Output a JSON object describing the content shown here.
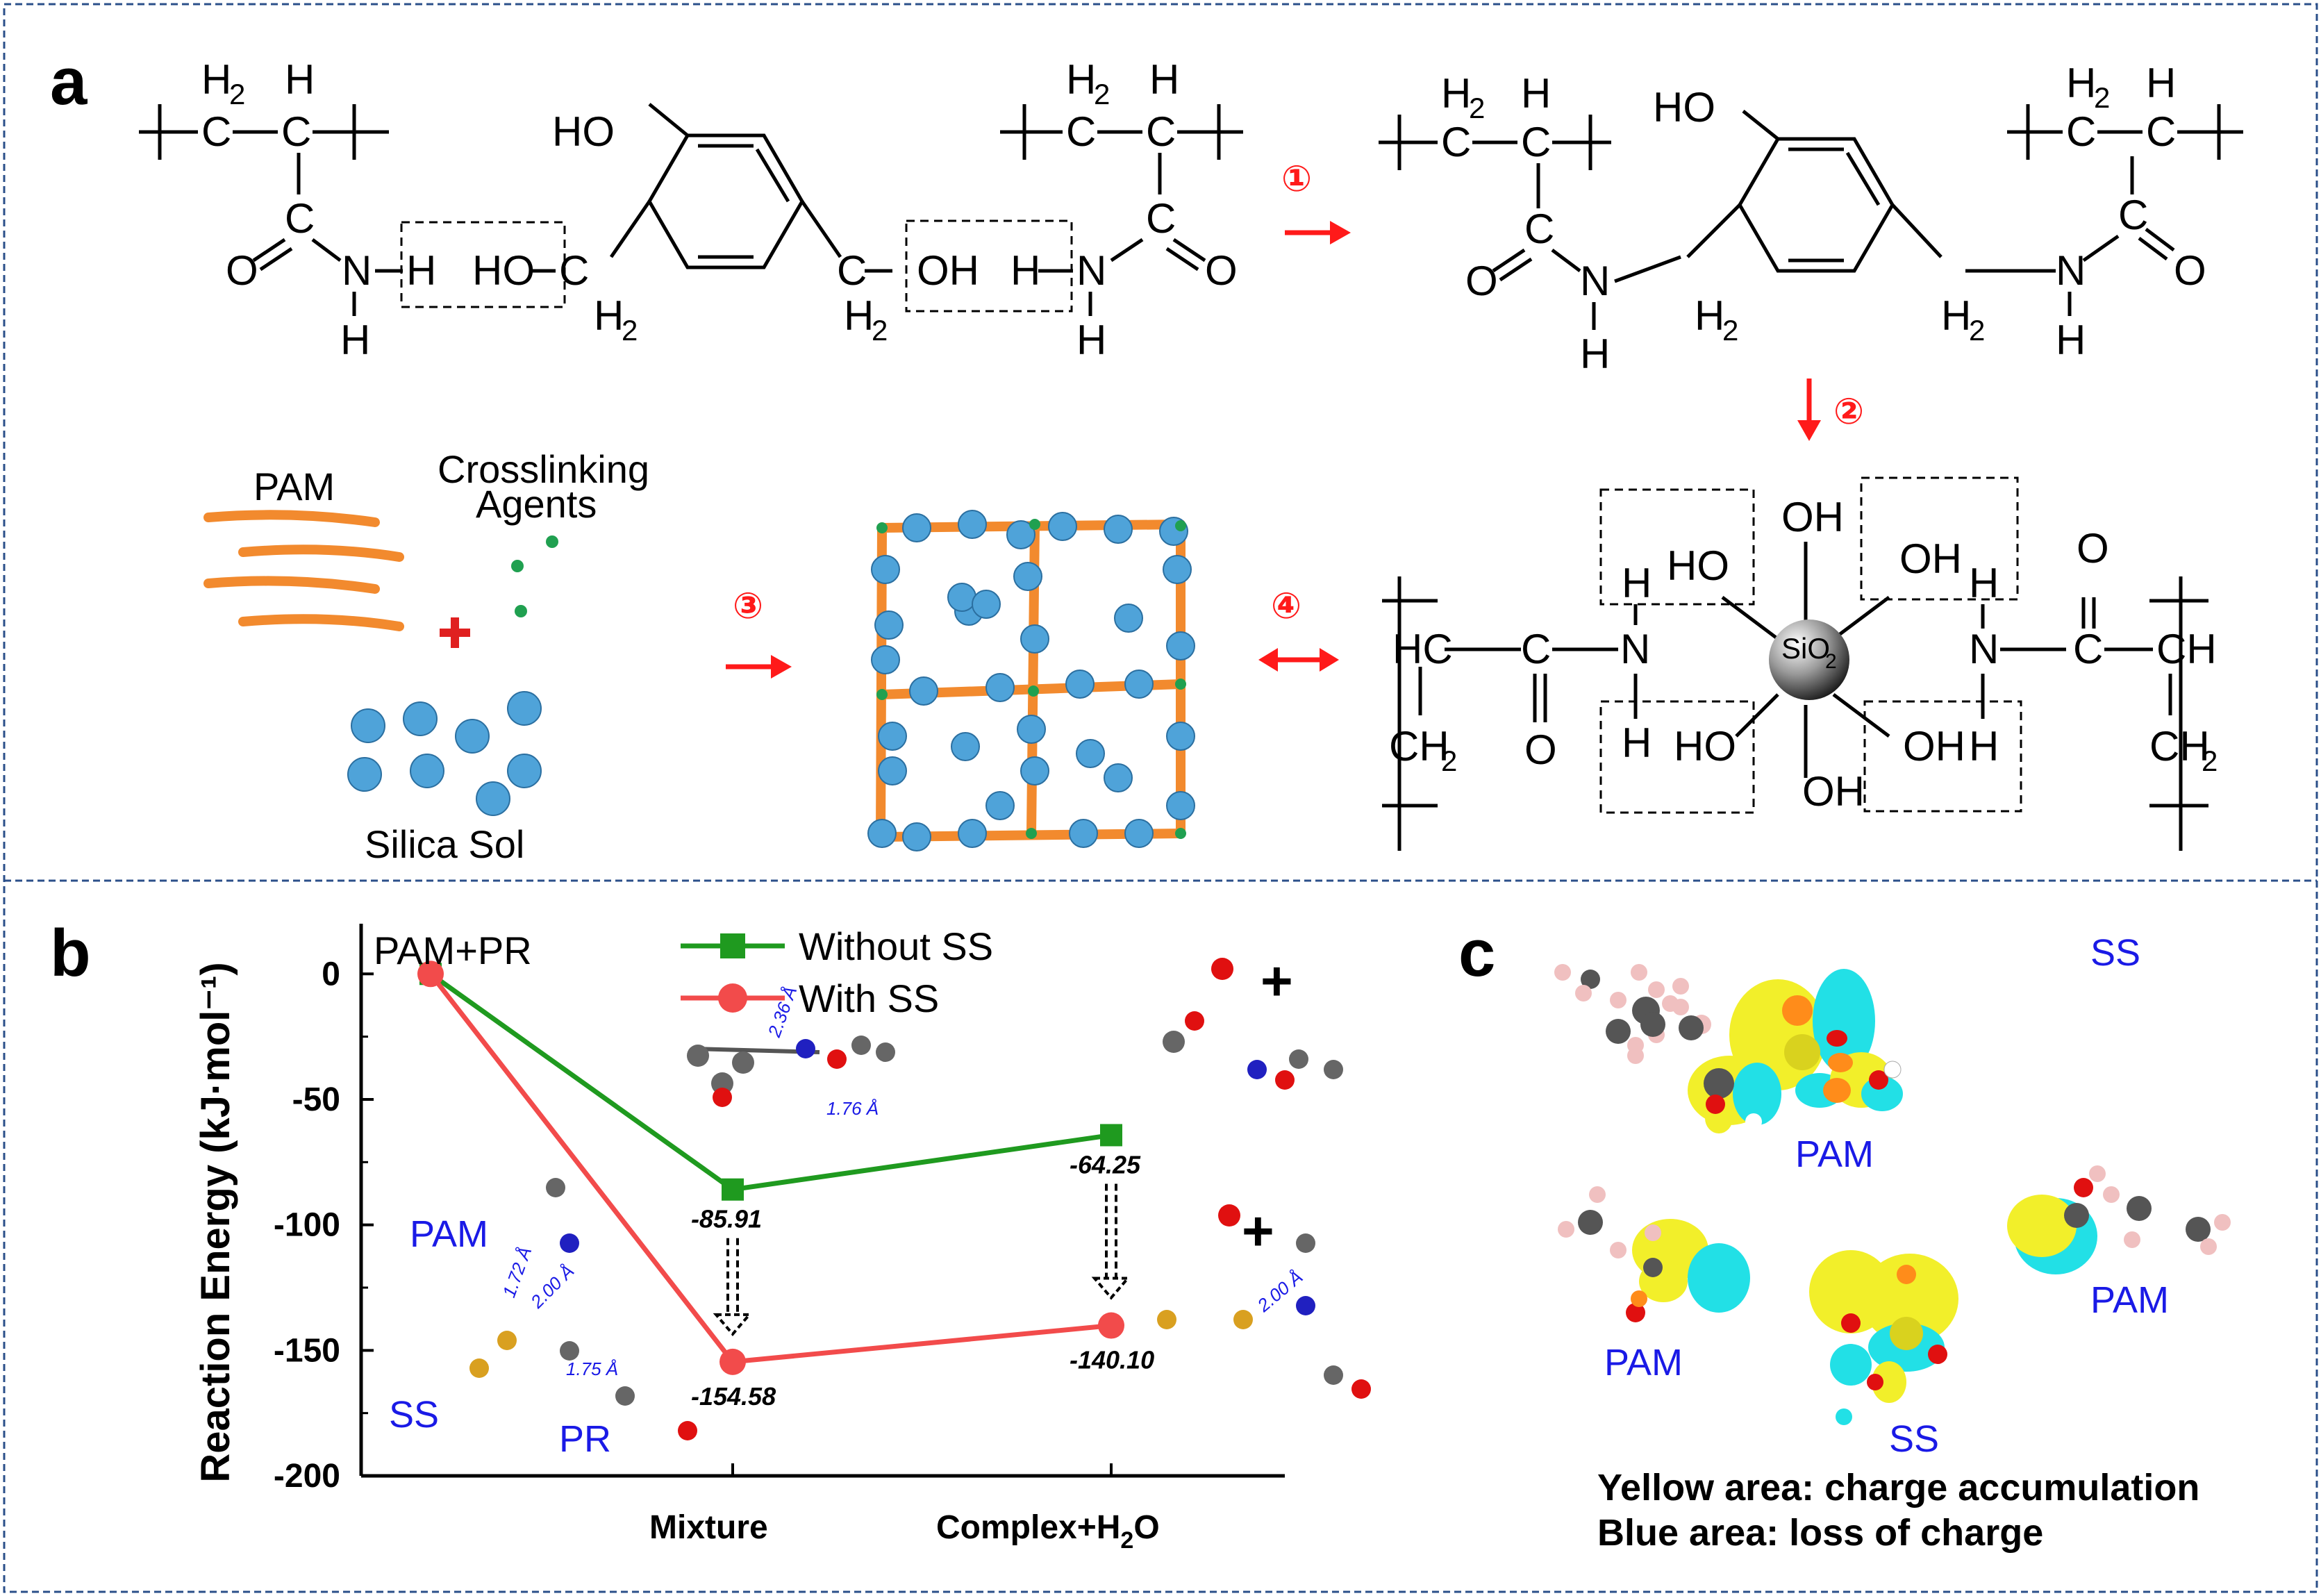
{
  "panels": {
    "a": "a",
    "b": "b",
    "c": "c"
  },
  "panel_a": {
    "steps": [
      "①",
      "②",
      "③",
      "④"
    ],
    "schematic": {
      "pam": "PAM",
      "crosslinker": [
        "Crosslinking",
        "Agents"
      ],
      "sol": "Silica Sol"
    },
    "atoms": {
      "H2": "H",
      "sub2": "2",
      "H": "H",
      "C": "C",
      "N": "N",
      "O": "O",
      "HO": "HO",
      "OH": "OH",
      "HC": "HC",
      "CH": "CH",
      "CH2": "CH",
      "SiO2": "SiO"
    }
  },
  "chart_data": {
    "type": "line",
    "categories": [
      "PAM+PR",
      "Mixture",
      "Complex+H₂O"
    ],
    "ylabel": "Reaction Energy (kJ·mol⁻¹)",
    "ylim": [
      -200,
      20
    ],
    "yticks": [
      "0",
      "-50",
      "-100",
      "-150",
      "-200"
    ],
    "series": [
      {
        "name": "Without SS",
        "values": [
          0,
          -85.91,
          -64.25
        ],
        "labels": [
          "",
          "-85.91",
          "-64.25"
        ],
        "color": "#1f9a1f",
        "marker": "square"
      },
      {
        "name": "With SS",
        "values": [
          0,
          -154.58,
          -140.1
        ],
        "labels": [
          "",
          "-154.58",
          "-140.10"
        ],
        "color": "#f24b4b",
        "marker": "circle"
      }
    ],
    "first_category_label": "PAM+PR",
    "xlabels": [
      "Mixture",
      "Complex+H",
      "2",
      "O"
    ],
    "annotations": {
      "species": [
        "PAM",
        "SS",
        "PR"
      ],
      "distances": [
        "2.36 Å",
        "1.76 Å",
        "1.72 Å",
        "2.00 Å",
        "1.75 Å",
        "2.00 Å"
      ],
      "plus": "+"
    }
  },
  "panel_c": {
    "labels": [
      "SS",
      "PAM",
      "PAM",
      "PAM",
      "SS"
    ],
    "notes": [
      "Yellow area: charge accumulation",
      "Blue area: loss of charge"
    ]
  }
}
